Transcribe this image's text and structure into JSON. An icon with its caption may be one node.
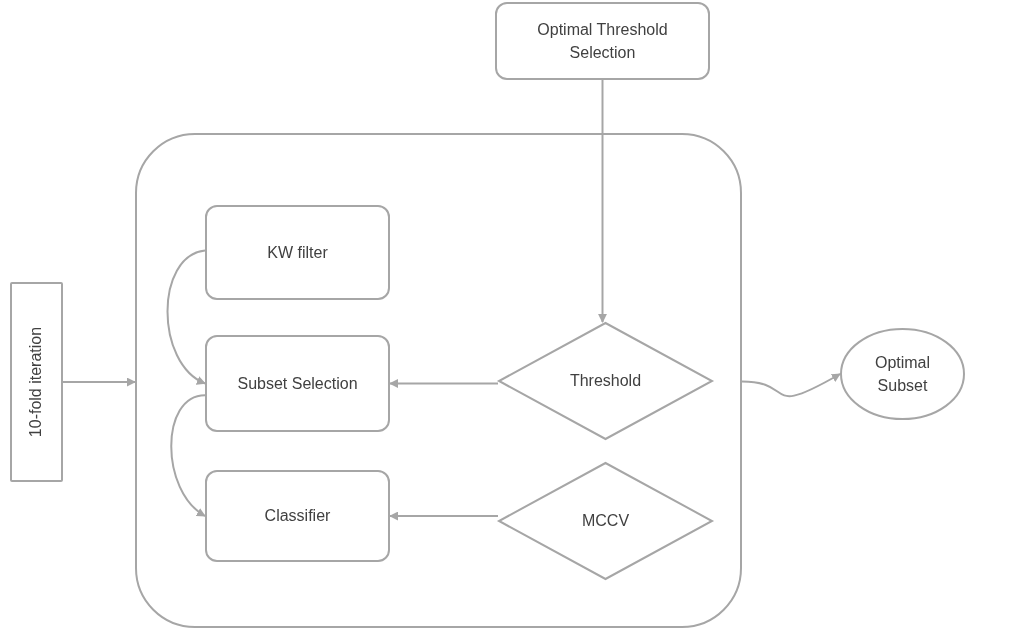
{
  "diagram": {
    "nodes": [
      {
        "text": [
          "Optimal Threshold Selection"
        ]
      },
      {
        "text": [],
        "shape": "box"
      },
      {
        "text": [
          "KW filter"
        ],
        "in": 1
      },
      {
        "text": [
          "Subset Selection"
        ],
        "in": 1
      },
      {
        "text": [
          "Classifier"
        ],
        "in": 1
      },
      {
        "text": [
          "Threshold"
        ],
        "in": 1
      },
      {
        "text": [
          "MCCV"
        ],
        "in": 1
      },
      {
        "text": [
          "10-fold iteration"
        ]
      },
      {
        "text": [
          "Optimal Subset"
        ]
      }
    ],
    "edges": [
      {
        "from": 0,
        "to": 5,
        "arrow": "to"
      },
      {
        "from": 7,
        "to": 1,
        "arrow": "to"
      },
      {
        "from": 2,
        "to": 3,
        "arrow": "to"
      },
      {
        "from": 3,
        "to": 4,
        "arrow": "to"
      },
      {
        "from": 5,
        "to": 3,
        "arrow": "to"
      },
      {
        "from": 6,
        "to": 4,
        "arrow": "to"
      },
      {
        "from": 1,
        "to": 8,
        "arrow": "to"
      }
    ]
  }
}
